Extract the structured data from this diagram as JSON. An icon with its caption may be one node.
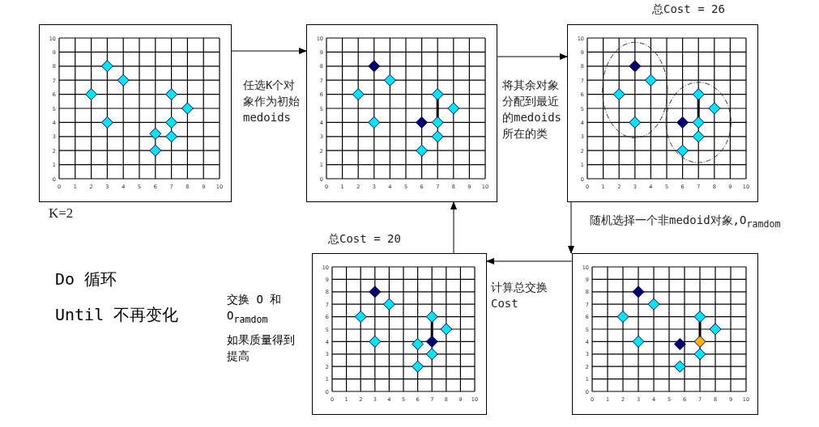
{
  "diagram": {
    "nodes": [
      {
        "text": [],
        "shape": "picture",
        "beside": [
          "K=2"
        ]
      },
      {
        "text": [],
        "shape": "picture"
      },
      {
        "text": [],
        "shape": "picture",
        "beside": [
          "总Cost = 26"
        ]
      },
      {
        "text": [],
        "shape": "picture",
        "beside": [
          "总Cost = 20"
        ]
      },
      {
        "text": [],
        "shape": "picture"
      }
    ],
    "edges": [
      {
        "from": 0,
        "to": 1,
        "arrow": "to",
        "label": "任选K个对象作为初始medoids"
      },
      {
        "from": 1,
        "to": 2,
        "arrow": "to",
        "label": "将其余对象分配到最近的medoids所在的类"
      },
      {
        "from": 2,
        "to": 4,
        "arrow": "to",
        "label": "随机选择一个非medoid对象,O$_{ramdom}$"
      },
      {
        "from": 4,
        "to": 3,
        "arrow": "to",
        "label": "计算总交换Cost"
      },
      {
        "from": 3,
        "to": 1,
        "arrow": "to"
      }
    ],
    "labels": [
      "Do 循环",
      "Until 不再变化",
      "交换 O 和 O$_{ramdom}$",
      "如果质量得到提高",
      "10",
      "9",
      "8",
      "7",
      "6",
      "5",
      "4",
      "3",
      "2",
      "1",
      "0",
      "0",
      "1",
      "2",
      "3",
      "4",
      "5",
      "6",
      "7",
      "8",
      "9",
      "10",
      "10",
      "9",
      "8",
      "7",
      "6",
      "5",
      "4",
      "3",
      "2",
      "1",
      "0",
      "0",
      "1",
      "2",
      "3",
      "4",
      "5",
      "6",
      "7",
      "8",
      "9",
      "10",
      "10",
      "9",
      "8",
      "7",
      "6",
      "5",
      "4",
      "3",
      "2",
      "1",
      "0",
      "0",
      "1",
      "2",
      "3",
      "4",
      "5",
      "6",
      "7",
      "8",
      "9",
      "10",
      "10",
      "9",
      "8",
      "7",
      "6",
      "5",
      "4",
      "3",
      "2",
      "1",
      "0",
      "0",
      "1",
      "2",
      "3",
      "4",
      "5",
      "6",
      "7",
      "8",
      "9",
      "10",
      "10",
      "9",
      "8",
      "7",
      "6",
      "5",
      "4",
      "3",
      "2",
      "1",
      "0",
      "0",
      "1",
      "2",
      "3",
      "4",
      "5",
      "6",
      "7",
      "8",
      "9",
      "10"
    ]
  }
}
